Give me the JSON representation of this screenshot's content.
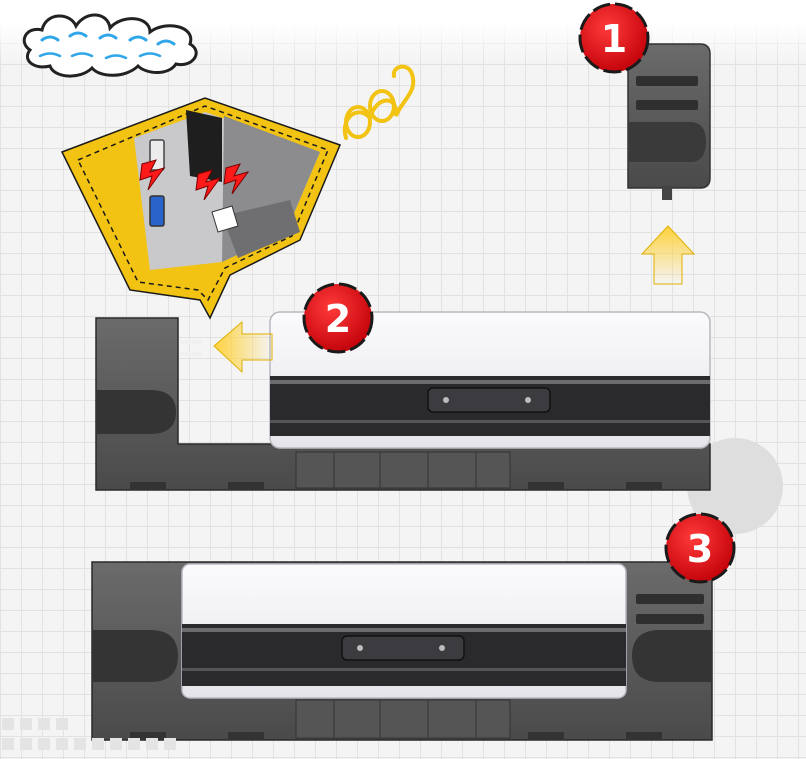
{
  "steps": [
    {
      "number": "1"
    },
    {
      "number": "2"
    },
    {
      "number": "3"
    }
  ],
  "colors": {
    "badge_fill": "#e0141b",
    "badge_ring": "#1a1a1a",
    "arrow_fill": "#ffd23d",
    "arrow_stroke": "#d9a400",
    "callout_fill": "#f2c312",
    "dock_body": "#5b5b5b",
    "dock_dark": "#3d3d3d",
    "device_shell": "#f6f6f8",
    "device_slot": "#2a2a2c",
    "spark_red": "#ff1a1a"
  },
  "icons": [
    "cloud-icon",
    "cable-coil-icon",
    "spark-icon",
    "arrow-up-icon",
    "arrow-left-icon"
  ]
}
